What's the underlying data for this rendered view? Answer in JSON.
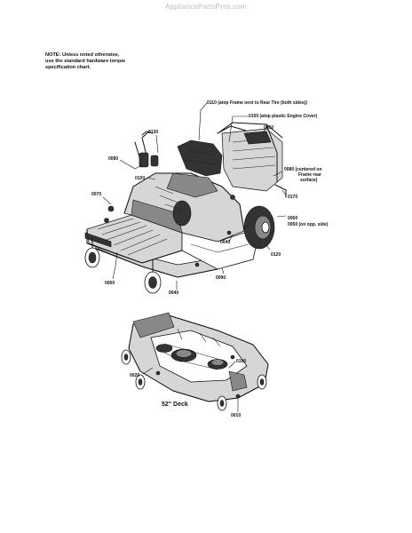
{
  "watermark": "AppliancePartsPros.com",
  "note": {
    "line1": "NOTE: Unless noted otherwise,",
    "line2": "use the standard hardware torque",
    "line3": "specification chart."
  },
  "callouts": {
    "c0110": "0110 (atop Frame next to Rear Tire (both sides))",
    "c0150": "0150 (atop plastic Engine Cover)",
    "c0050_top": "0050",
    "c0130": "0130",
    "c0080": "0080",
    "c0100": "0100",
    "c0070": "0070",
    "c0080_right_1": "0080 (centered on",
    "c0080_right_2": "Frame rear",
    "c0080_right_3": "surface)",
    "c0170": "0170",
    "c0060": "0060",
    "c0050_opp": "0050 (on opp. side)",
    "c0040_mid": "0040",
    "c0120": "0120",
    "c0090": "0090",
    "c0050_bottom": "0050",
    "c0040_bottom": "0040",
    "c0020": "0020",
    "c0190": "0190",
    "c0010": "0010"
  },
  "deck_caption": "52\" Deck"
}
